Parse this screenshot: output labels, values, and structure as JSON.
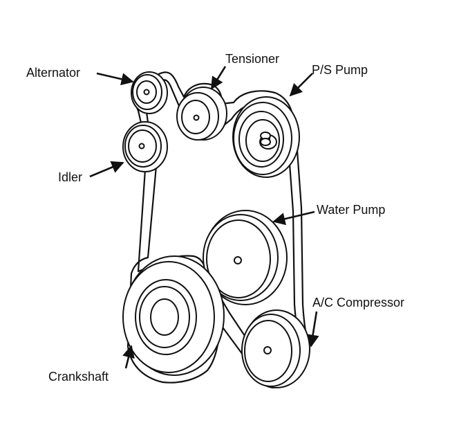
{
  "labels": {
    "alternator": "Alternator",
    "tensioner": "Tensioner",
    "ps_pump": "P/S Pump",
    "idler": "Idler",
    "water_pump": "Water Pump",
    "ac_compressor": "A/C Compressor",
    "crankshaft": "Crankshaft"
  },
  "colors": {
    "ink": "#111111",
    "paper": "#ffffff"
  }
}
